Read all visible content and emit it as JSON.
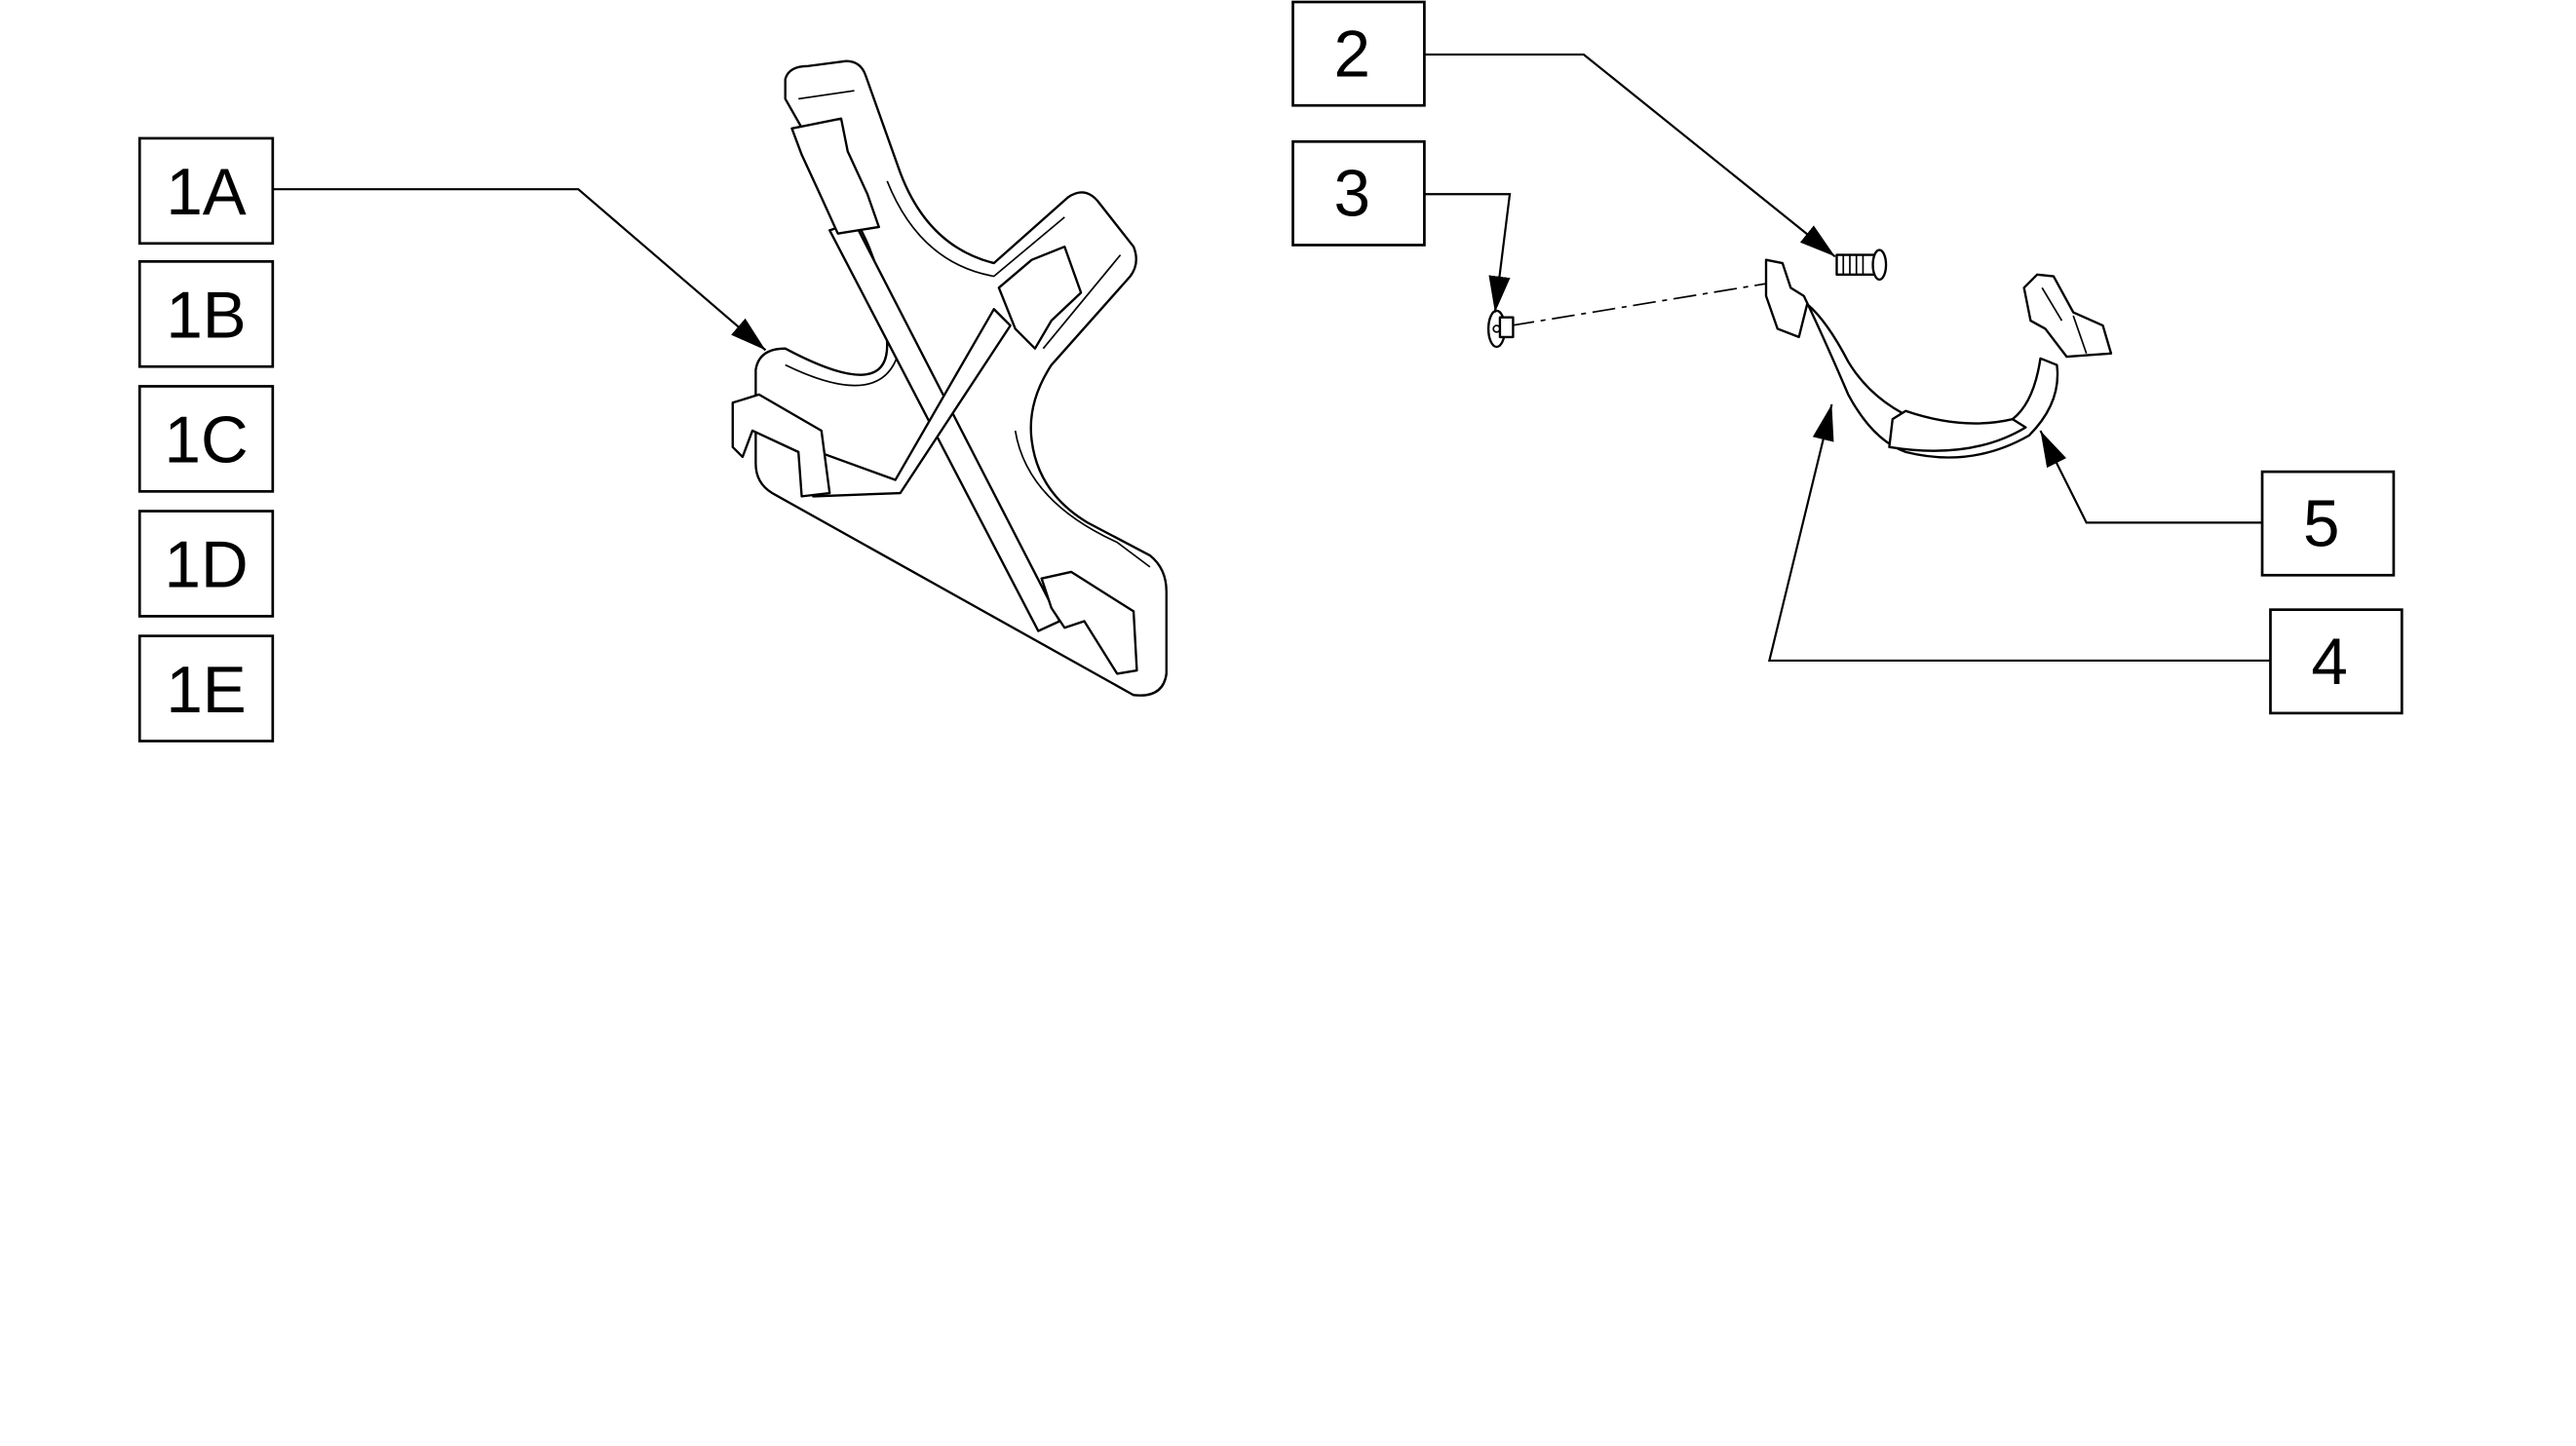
{
  "diagram": {
    "callouts": {
      "c1A": "1A",
      "c1B": "1B",
      "c1C": "1C",
      "c1D": "1D",
      "c1E": "1E",
      "c2": "2",
      "c3": "3",
      "c4": "4",
      "c5": "5"
    },
    "line_color": "#000000",
    "background": "#ffffff"
  }
}
